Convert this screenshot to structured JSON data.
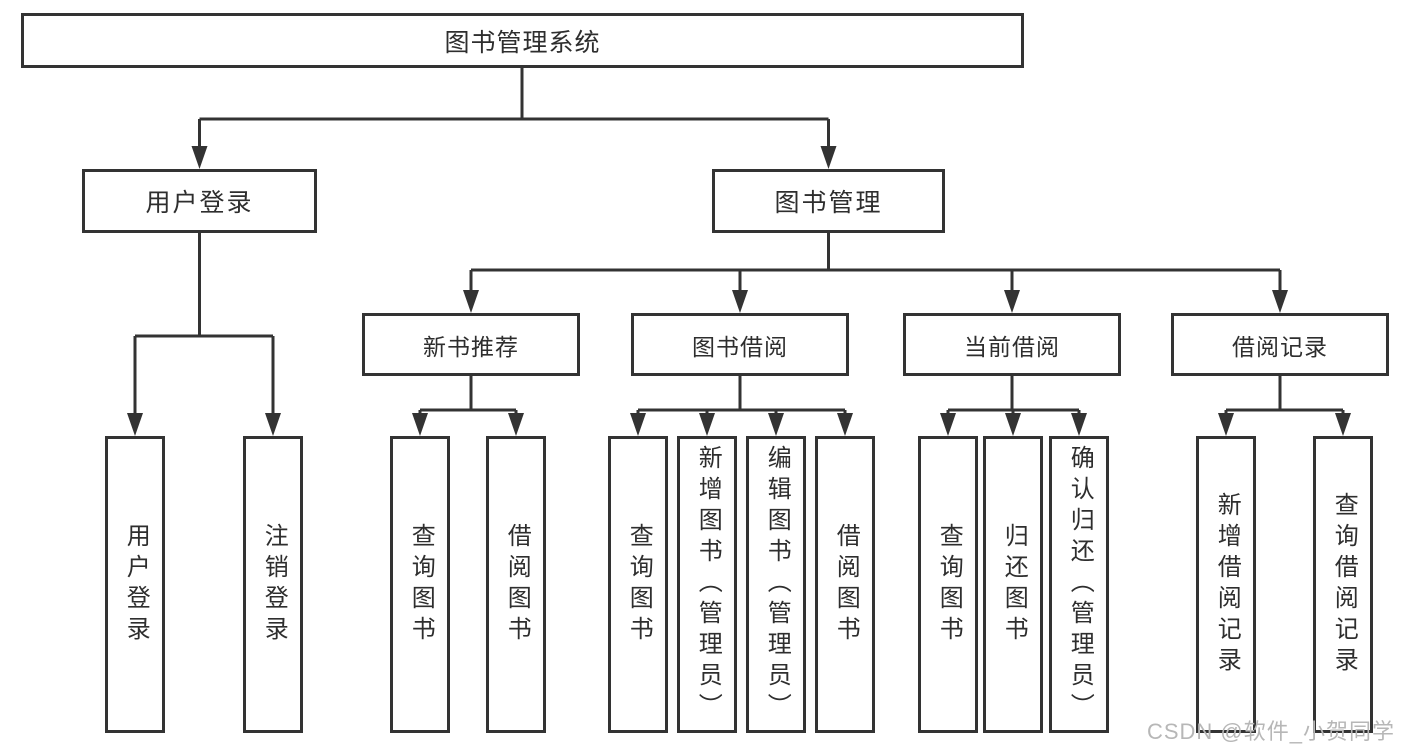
{
  "colors": {
    "line": "#333333",
    "node_border": "#333333",
    "node_text": "#2e2e2e",
    "background": "#ffffff",
    "watermark_text": "#b7b7b7"
  },
  "root": {
    "label": "图书管理系统"
  },
  "level2": {
    "user_login": {
      "label": "用户登录"
    },
    "book_mgmt": {
      "label": "图书管理"
    }
  },
  "level3": {
    "new_books": {
      "label": "新书推荐"
    },
    "borrowing": {
      "label": "图书借阅"
    },
    "current": {
      "label": "当前借阅"
    },
    "records": {
      "label": "借阅记录"
    }
  },
  "leaves": {
    "user_login_1": "用户登录",
    "user_login_2": "注销登录",
    "new_books_1": "查询图书",
    "new_books_2": "借阅图书",
    "borrowing_1": "查询图书",
    "borrowing_2": "新增图书（管理员）",
    "borrowing_3": "编辑图书（管理员）",
    "borrowing_4": "借阅图书",
    "current_1": "查询图书",
    "current_2": "归还图书",
    "current_3": "确认归还（管理员）",
    "records_1": "新增借阅记录",
    "records_2": "查询借阅记录"
  },
  "watermark": "CSDN @软件_小贺同学"
}
